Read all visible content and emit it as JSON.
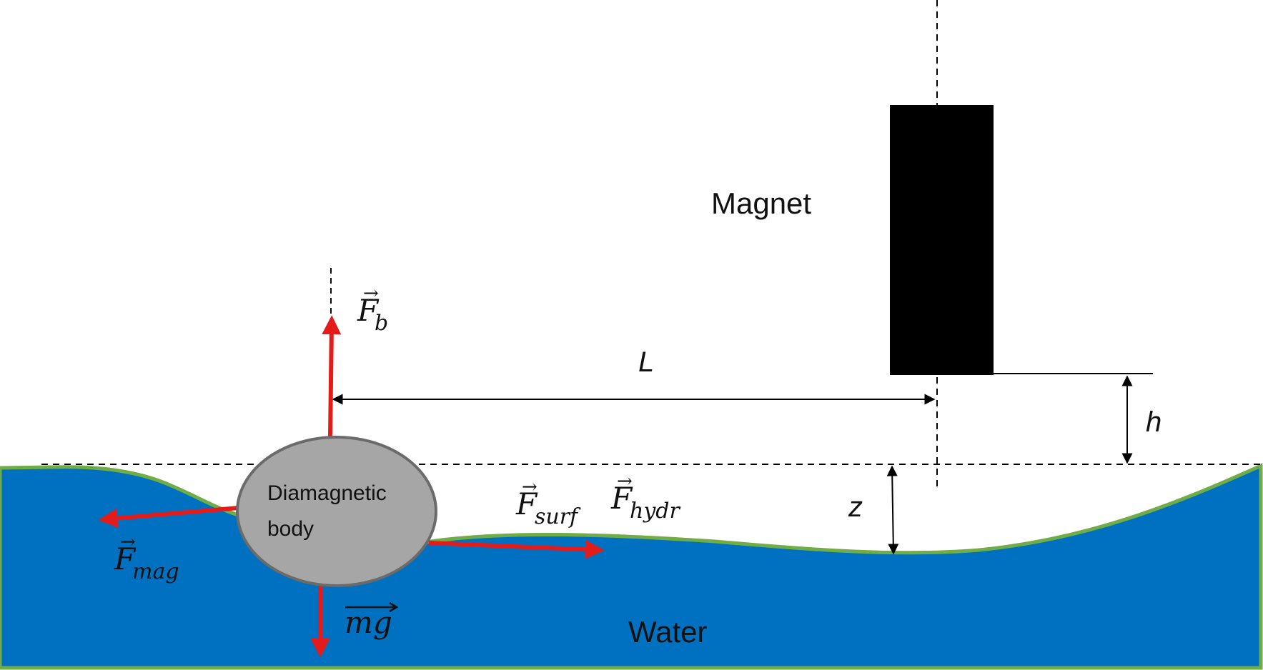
{
  "labels": {
    "magnet": "Magnet",
    "body_line1": "Diamagnetic",
    "body_line2": "body",
    "water": "Water",
    "distance_L": "L",
    "height_h": "h",
    "depth_z": "z"
  },
  "forces": {
    "buoyancy": {
      "main": "F",
      "sub": "b"
    },
    "magnetic": {
      "main": "F",
      "sub": "mag"
    },
    "surface": {
      "main": "F",
      "sub": "surf"
    },
    "hydrodynamic": {
      "main": "F",
      "sub": "hydr"
    },
    "gravity": {
      "main": "mg"
    }
  },
  "colors": {
    "water": "#0070c0",
    "water_edge": "#70ad47",
    "body_fill": "#a6a6a6",
    "body_edge": "#6b6b6b",
    "force_arrow": "#e31b1b",
    "magnet": "#000000",
    "line": "#000000"
  }
}
